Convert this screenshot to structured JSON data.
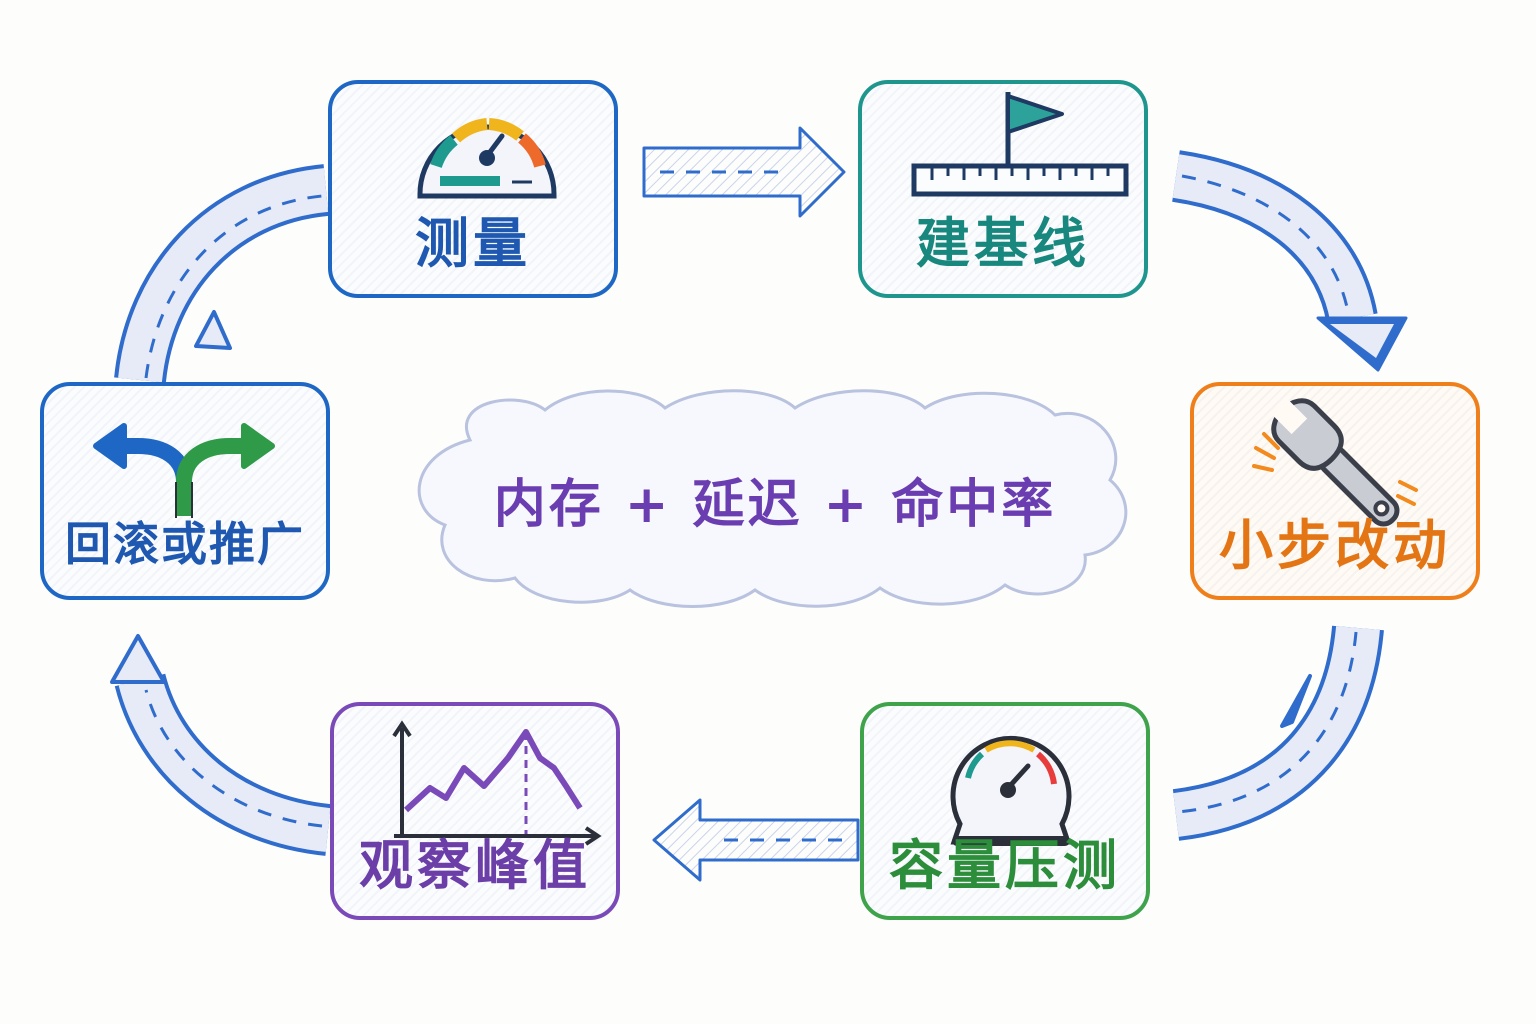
{
  "center_label": "内存 + 延迟 + 命中率",
  "steps": [
    {
      "label": "测量",
      "icon": "speedometer-icon",
      "color": "#1f67c4"
    },
    {
      "label": "建基线",
      "icon": "flag-ruler-icon",
      "color": "#1e968e"
    },
    {
      "label": "小步改动",
      "icon": "wrench-icon",
      "color": "#ef7f1a"
    },
    {
      "label": "容量压测",
      "icon": "pressure-gauge-icon",
      "color": "#3ea34b"
    },
    {
      "label": "观察峰值",
      "icon": "peak-chart-icon",
      "color": "#7a4bb8"
    },
    {
      "label": "回滚或推广",
      "icon": "fork-arrows-icon",
      "color": "#1f67c4"
    }
  ],
  "colors": {
    "arrow_fill": "#e4e9f6",
    "arrow_stroke": "#2f6ccc",
    "cloud_stroke": "#b9c2de"
  }
}
